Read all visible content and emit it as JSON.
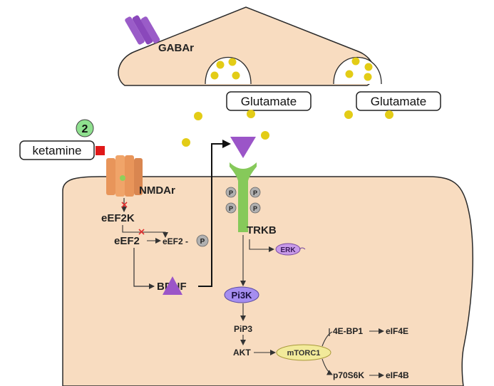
{
  "labels": {
    "gabar": "GABAr",
    "glutamate_left": "Glutamate",
    "glutamate_right": "Glutamate",
    "marker_number": "2",
    "ketamine": "ketamine",
    "nmdar": "NMDAr",
    "eef2k": "eEF2K",
    "eef2": "eEF2",
    "eef2_p": "eEF2 -",
    "p_badge": "P",
    "bdnf": "BDNF",
    "trkb": "TRKB",
    "erk": "ERK",
    "pi3k": "Pi3K",
    "pip3": "PiP3",
    "akt": "AKT",
    "mtorc1": "mTORC1",
    "ebp1": "4E-BP1",
    "eif4e": "eIF4E",
    "p70s6k": "p70S6K",
    "eif4b": "eIF4B"
  },
  "colors": {
    "cell": "#f8dcc0",
    "cell_outline": "#2a2a2a",
    "glutamate_dot": "#e3cc16",
    "receptor_orange": "#e8955a",
    "trkb_green": "#86c95a",
    "ketamine_red": "#e01818",
    "marker_green": "#8fe08f",
    "bdnf_purple": "#9b55c8",
    "pi3k_purple": "#a58ef0",
    "erk_purple": "#c89ae8",
    "mtorc1_yellow": "#f2ea9a",
    "inhibit_red": "#e03030",
    "gabar_purple": "#9a5cc8"
  },
  "icons": {
    "gabar": "gabar-receptor-icon",
    "nmdar": "nmda-receptor-icon",
    "trkb": "trkb-receptor-icon",
    "ligand": "ligand-triangle-icon",
    "inhibit": "inhibition-x-icon",
    "glutamate": "glutamate-vesicle-dot"
  }
}
